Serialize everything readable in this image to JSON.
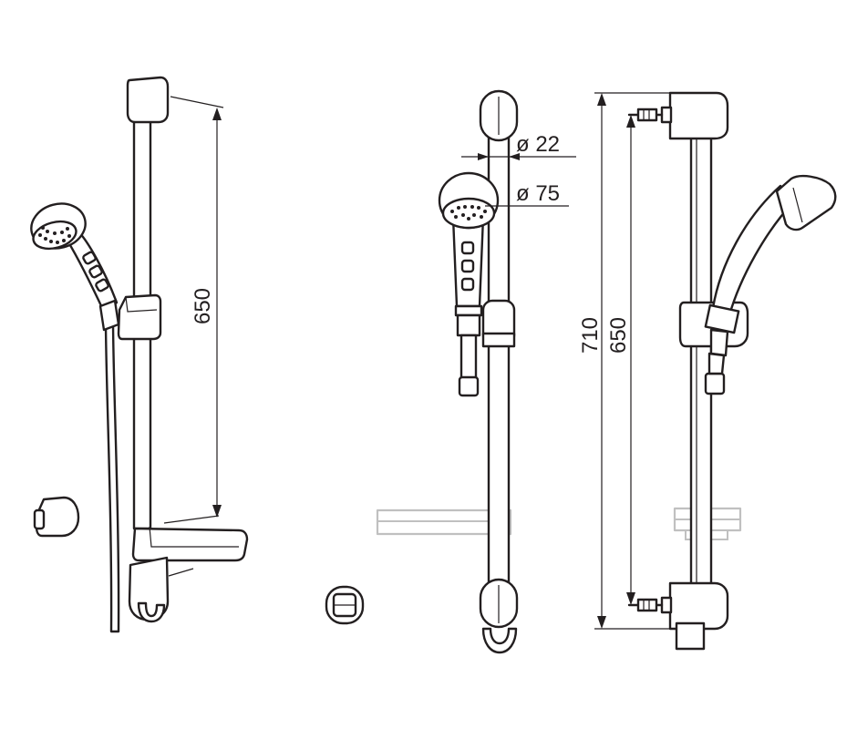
{
  "labels": {
    "perspective_height": "650",
    "rail_diameter": "ø 22",
    "head_diameter": "ø 75",
    "overall_height": "710",
    "center_distance": "650"
  }
}
